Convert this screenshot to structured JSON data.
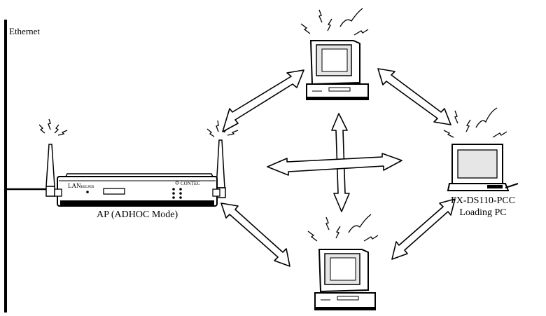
{
  "labels": {
    "network": "Ethernet",
    "access_point": "AP (ADHOC Mode)",
    "loading_pc_line1": "FX-DS110-PCC",
    "loading_pc_line2": "Loading PC"
  },
  "device": {
    "brand_prefix": "LAN",
    "brand_suffix": "HELPER",
    "maker": "CONTEC"
  },
  "colors": {
    "line": "#000000",
    "background": "#ffffff",
    "screen": "#e6e6e6"
  }
}
